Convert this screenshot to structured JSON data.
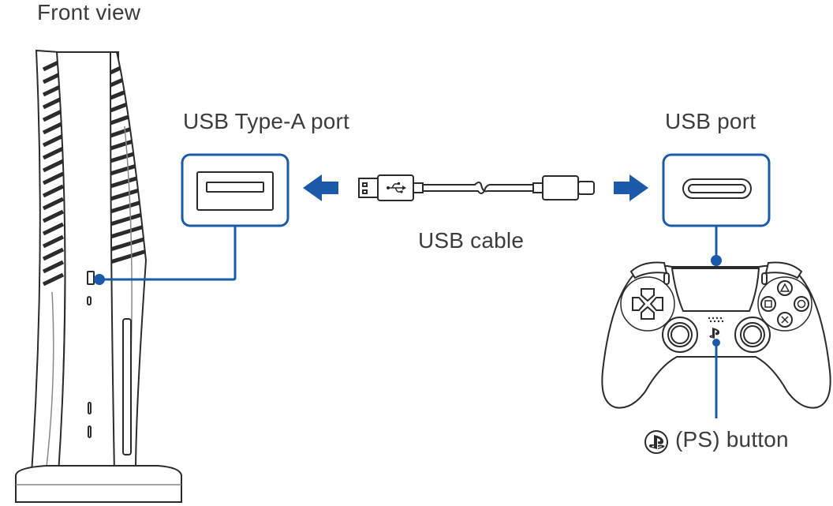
{
  "labels": {
    "front_view": "Front view",
    "usb_type_a_port": "USB Type-A port",
    "usb_port": "USB port",
    "usb_cable": "USB cable",
    "ps_button": "(PS) button"
  },
  "colors": {
    "accent_blue": "#1a5aa8",
    "line": "#2b2b2b"
  },
  "icons": [
    "ps-logo-icon",
    "usb-symbol-icon",
    "arrow-left-icon",
    "arrow-right-icon"
  ]
}
